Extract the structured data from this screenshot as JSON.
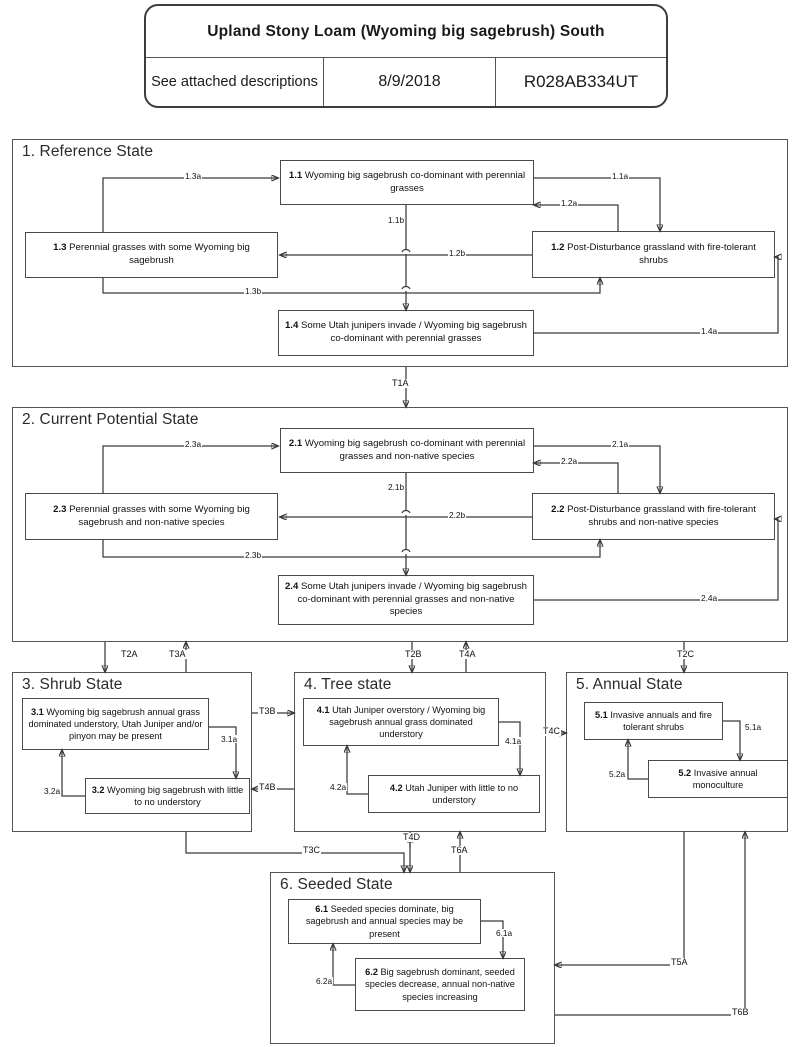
{
  "header": {
    "title": "Upland Stony Loam (Wyoming big sagebrush) South",
    "cell_descriptions": "See attached descriptions",
    "cell_date": "8/9/2018",
    "cell_code": "R028AB334UT"
  },
  "states": [
    {
      "id": "state-1",
      "title": "1. Reference State",
      "phases": [
        {
          "id": "1.1",
          "num": "1.1",
          "text": "Wyoming big sagebrush co-dominant with perennial grasses"
        },
        {
          "id": "1.2",
          "num": "1.2",
          "text": "Post-Disturbance grassland with fire-tolerant shrubs"
        },
        {
          "id": "1.3",
          "num": "1.3",
          "text": "Perennial grasses with some Wyoming big sagebrush"
        },
        {
          "id": "1.4",
          "num": "1.4",
          "text": "Some Utah junipers invade / Wyoming big sagebrush co-dominant with perennial grasses"
        }
      ],
      "pathways": [
        "1.1a",
        "1.1b",
        "1.2a",
        "1.2b",
        "1.3a",
        "1.3b",
        "1.4a"
      ]
    },
    {
      "id": "state-2",
      "title": "2. Current Potential State",
      "phases": [
        {
          "id": "2.1",
          "num": "2.1",
          "text": "Wyoming big sagebrush co-dominant with perennial grasses and non-native species"
        },
        {
          "id": "2.2",
          "num": "2.2",
          "text": "Post-Disturbance grassland with fire-tolerant shrubs and non-native species"
        },
        {
          "id": "2.3",
          "num": "2.3",
          "text": "Perennial grasses with some Wyoming big sagebrush and non-native species"
        },
        {
          "id": "2.4",
          "num": "2.4",
          "text": "Some Utah junipers invade / Wyoming big sagebrush co-dominant with perennial grasses and non-native species"
        }
      ],
      "pathways": [
        "2.1a",
        "2.1b",
        "2.2a",
        "2.2b",
        "2.3a",
        "2.3b",
        "2.4a"
      ]
    },
    {
      "id": "state-3",
      "title": "3. Shrub State",
      "phases": [
        {
          "id": "3.1",
          "num": "3.1",
          "text": "Wyoming big sagebrush annual grass dominated understory, Utah Juniper and/or pinyon may be present"
        },
        {
          "id": "3.2",
          "num": "3.2",
          "text": "Wyoming big sagebrush with little to no understory"
        }
      ],
      "pathways": [
        "3.1a",
        "3.2a"
      ]
    },
    {
      "id": "state-4",
      "title": "4. Tree state",
      "phases": [
        {
          "id": "4.1",
          "num": "4.1",
          "text": "Utah Juniper overstory / Wyoming big sagebrush annual grass dominated understory"
        },
        {
          "id": "4.2",
          "num": "4.2",
          "text": "Utah Juniper with little to no understory"
        }
      ],
      "pathways": [
        "4.1a",
        "4.2a"
      ]
    },
    {
      "id": "state-5",
      "title": "5. Annual State",
      "phases": [
        {
          "id": "5.1",
          "num": "5.1",
          "text": "Invasive annuals and fire tolerant shrubs"
        },
        {
          "id": "5.2",
          "num": "5.2",
          "text": "Invasive annual monoculture"
        }
      ],
      "pathways": [
        "5.1a",
        "5.2a"
      ]
    },
    {
      "id": "state-6",
      "title": "6. Seeded State",
      "phases": [
        {
          "id": "6.1",
          "num": "6.1",
          "text": "Seeded species dominate, big sagebrush and annual species may be present"
        },
        {
          "id": "6.2",
          "num": "6.2",
          "text": "Big sagebrush dominant, seeded species decrease, annual non-native species increasing"
        }
      ],
      "pathways": [
        "6.1a",
        "6.2a"
      ]
    }
  ],
  "pathway_labels": {
    "p11a": "1.1a",
    "p11b": "1.1b",
    "p12a": "1.2a",
    "p12b": "1.2b",
    "p13a": "1.3a",
    "p13b": "1.3b",
    "p14a": "1.4a",
    "p21a": "2.1a",
    "p21b": "2.1b",
    "p22a": "2.2a",
    "p22b": "2.2b",
    "p23a": "2.3a",
    "p23b": "2.3b",
    "p24a": "2.4a",
    "p31a": "3.1a",
    "p32a": "3.2a",
    "p41a": "4.1a",
    "p42a": "4.2a",
    "p51a": "5.1a",
    "p52a": "5.2a",
    "p61a": "6.1a",
    "p62a": "6.2a"
  },
  "transitions": {
    "T1A": "T1A",
    "T2A": "T2A",
    "T2B": "T2B",
    "T2C": "T2C",
    "T3A": "T3A",
    "T3B": "T3B",
    "T3C": "T3C",
    "T4A": "T4A",
    "T4B": "T4B",
    "T4C": "T4C",
    "T4D": "T4D",
    "T5A": "T5A",
    "T6A": "T6A",
    "T6B": "T6B"
  },
  "colors": {
    "line": "#3b3b3b",
    "box_border": "#4a4a4a",
    "state_border": "#555555",
    "text": "#111111",
    "background": "#ffffff"
  }
}
